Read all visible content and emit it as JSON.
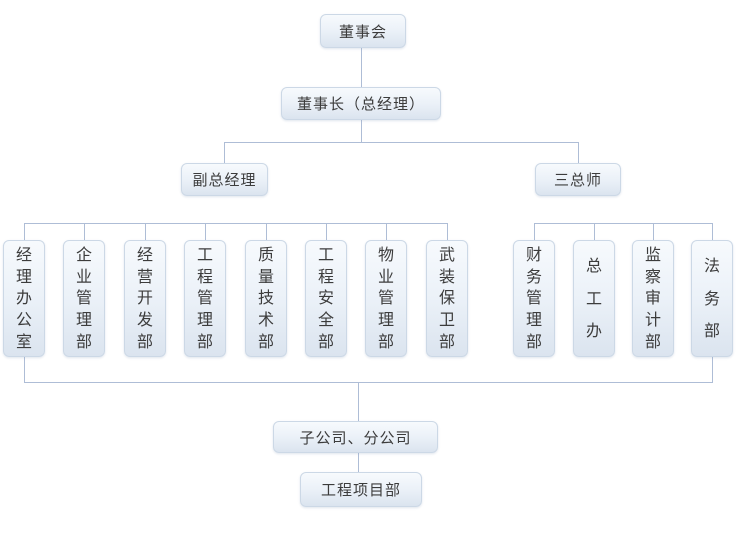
{
  "palette": {
    "background": "#ffffff",
    "node_border": "#ccd8e6",
    "node_fill_top": "#f7fafd",
    "node_fill_bottom": "#dbe4ef",
    "connector_line": "#aebdd6",
    "text": "#3c3c3c"
  },
  "nodes": {
    "board": {
      "label": "董事会"
    },
    "chairman": {
      "label": "董事长（总经理）"
    },
    "deputy_gm": {
      "label": "副总经理"
    },
    "three_chiefs": {
      "label": "三总师"
    },
    "subsidiaries": {
      "label": "子公司、分公司"
    },
    "project_dept": {
      "label": "工程项目部"
    }
  },
  "departments": [
    {
      "label": "经理办公室"
    },
    {
      "label": "企业管理部"
    },
    {
      "label": "经营开发部"
    },
    {
      "label": "工程管理部"
    },
    {
      "label": "质量技术部"
    },
    {
      "label": "工程安全部"
    },
    {
      "label": "物业管理部"
    },
    {
      "label": "武装保卫部"
    },
    {
      "label": "财务管理部"
    },
    {
      "label": "总工办"
    },
    {
      "label": "监察审计部"
    },
    {
      "label": "法务部"
    }
  ]
}
